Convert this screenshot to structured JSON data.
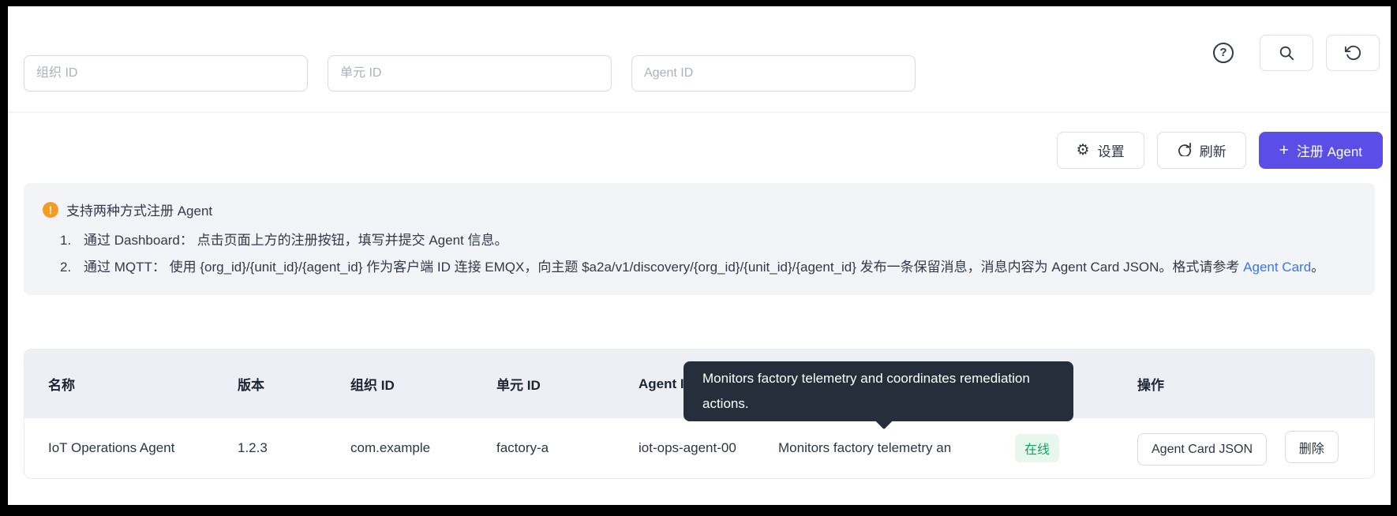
{
  "filters": {
    "org_placeholder": "组织 ID",
    "unit_placeholder": "单元 ID",
    "agent_placeholder": "Agent ID",
    "help_glyph": "?"
  },
  "toolbar": {
    "settings_icon": "⚙",
    "settings": "设置",
    "refresh": "刷新",
    "register_icon": "+",
    "register": "注册 Agent"
  },
  "alert": {
    "icon_glyph": "!",
    "title": "支持两种方式注册 Agent",
    "item1_num": "1.",
    "item1": "通过 Dashboard： 点击页面上方的注册按钮，填写并提交 Agent 信息。",
    "item2_num": "2.",
    "item2_prefix": "通过 MQTT： 使用 {org_id}/{unit_id}/{agent_id} 作为客户端 ID 连接 EMQX，向主题 $a2a/v1/discovery/{org_id}/{unit_id}/{agent_id} 发布一条保留消息，消息内容为 Agent Card JSON。格式请参考 ",
    "item2_link": "Agent Card",
    "item2_suffix": "。"
  },
  "tooltip": {
    "text": "Monitors factory telemetry and coordinates remediation actions."
  },
  "table": {
    "headers": {
      "name": "名称",
      "version": "版本",
      "org_id": "组织 ID",
      "unit_id": "单元 ID",
      "agent_id": "Agent ID",
      "description": "",
      "status": "",
      "actions": "操作"
    },
    "row": {
      "name": "IoT Operations Agent",
      "version": "1.2.3",
      "org_id": "com.example",
      "unit_id": "factory-a",
      "agent_id": "iot-ops-agent-00",
      "description": "Monitors factory telemetry an",
      "status": "在线",
      "action_card_json": "Agent Card JSON",
      "action_delete": "删除"
    }
  },
  "colors": {
    "primary": "#5a4ee6",
    "link": "#3576f6",
    "warning": "#f59d23",
    "online_text": "#13a35f",
    "online_bg": "#e8f7ee",
    "tooltip_bg": "#262d3b"
  }
}
